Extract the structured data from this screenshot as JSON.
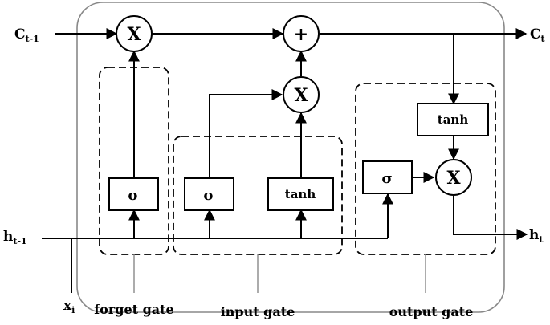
{
  "inputs": {
    "c_prev": "C",
    "c_prev_sub": "t-1",
    "h_prev": "h",
    "h_prev_sub": "t-1",
    "x": "x",
    "x_sub": "i"
  },
  "outputs": {
    "c": "C",
    "c_sub": "t",
    "h": "h",
    "h_sub": "t"
  },
  "operators": {
    "forget_mult": "X",
    "cell_add": "+",
    "input_mult": "X",
    "output_mult": "X"
  },
  "activations": {
    "forget_sigma": "σ",
    "input_sigma": "σ",
    "input_tanh": "tanh",
    "output_sigma": "σ",
    "cell_tanh": "tanh"
  },
  "gates": {
    "forget": "forget gate",
    "input": "input gate",
    "output": "output gate"
  },
  "colors": {
    "line": "#000000",
    "outer_box": "#888888",
    "guide_line": "#888888"
  }
}
